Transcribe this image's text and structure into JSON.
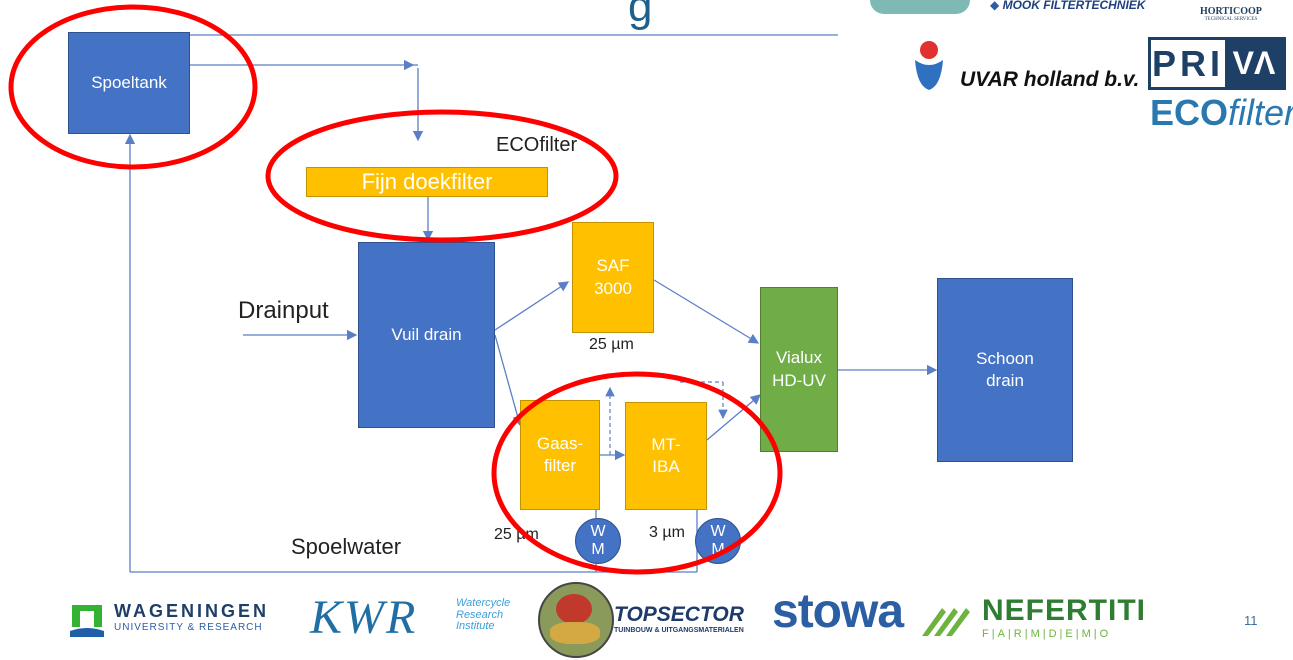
{
  "slide": {
    "title_fragment": "g",
    "page_number": "11"
  },
  "diagram": {
    "spoeltank": "Spoeltank",
    "ecofilter_label": "ECOfilter",
    "fijn_doekfilter": "Fijn doekfilter",
    "drainput": "Drainput",
    "vuil_drain": "Vuil drain",
    "saf": "SAF 3000",
    "saf_micron": "25 µm",
    "gaasfilter": "Gaas-filter",
    "gaasfilter_micron": "25 µm",
    "mt_iba": "MT-IBA",
    "mt_iba_micron": "3 µm",
    "wm1": "W M",
    "wm2": "W M",
    "vialux": "Vialux HD-UV",
    "schoon_drain": "Schoon drain",
    "spoelwater": "Spoelwater"
  },
  "logos": {
    "mook": "MOOK FILTERTECHNIEK",
    "horticoop": "HORTICOOP",
    "horticoop_sub": "TECHNICAL SERVICES",
    "uvar": "UVAR holland b.v.",
    "priva_1": "PRI",
    "priva_2": "VΛ",
    "eco_bold": "ECO",
    "eco_italic": "filter",
    "wageningen": "WAGENINGEN",
    "wageningen_sub": "UNIVERSITY & RESEARCH",
    "kwr": "KWR",
    "kwr_sub_1": "Watercycle",
    "kwr_sub_2": "Research",
    "kwr_sub_3": "Institute",
    "topsector": "TOPSECTOR",
    "topsector_sub": "TUINBOUW & UITGANGSMATERIALEN",
    "stowa": "stowa",
    "nefertiti": "NEFERTITI",
    "nefertiti_sub": "F|A|R|M|D|E|M|O"
  },
  "colors": {
    "blue": "#4472C4",
    "yellow": "#FFC000",
    "green": "#70AD47",
    "red_circle": "#FF0000",
    "arrow": "#5B7FC7"
  }
}
